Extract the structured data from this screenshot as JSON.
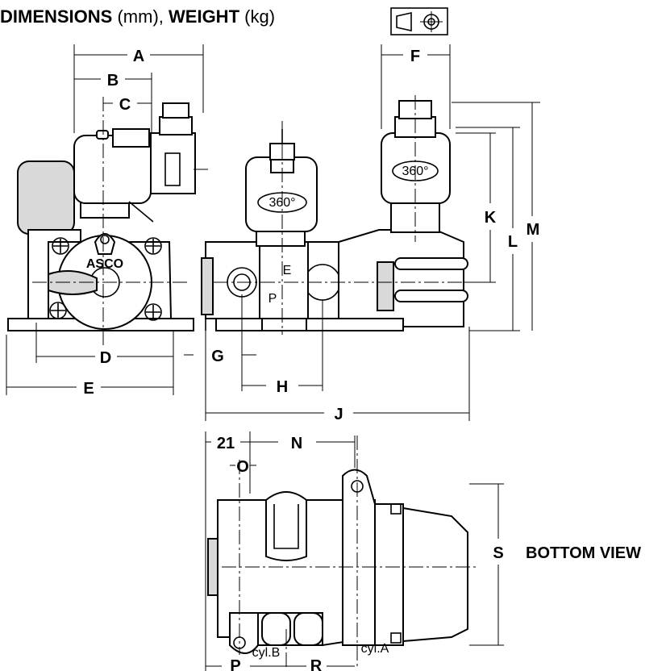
{
  "title": {
    "part1": "DIMENSIONS",
    "part2": " (mm), ",
    "part3": "WEIGHT",
    "part4": " (kg)"
  },
  "projection_symbol": "third-angle-projection-icon",
  "dimension_labels": {
    "A": "A",
    "B": "B",
    "C": "C",
    "D": "D",
    "E": "E",
    "F": "F",
    "G": "G",
    "H": "H",
    "J": "J",
    "K": "K",
    "L": "L",
    "M": "M",
    "N": "N",
    "O": "O",
    "P": "P",
    "R": "R",
    "S": "S",
    "dim21": "21"
  },
  "markings": {
    "brand": "ASCO",
    "rotation_front": "360°",
    "rotation_side": "360°",
    "port_E": "E",
    "port_P": "P",
    "cyl_b": "cyl.B",
    "cyl_a": "cyl.A"
  },
  "bottom_view_label": "BOTTOM VIEW"
}
